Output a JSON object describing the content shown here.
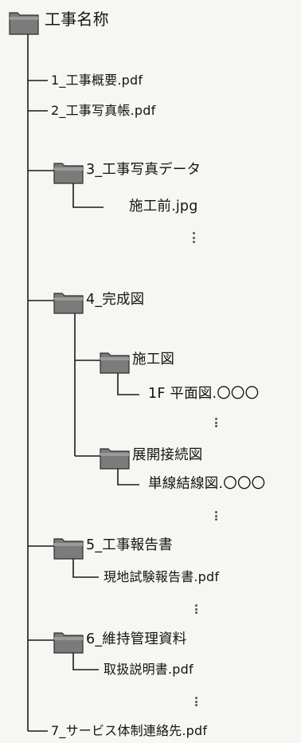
{
  "root": {
    "label": "工事名称",
    "icon": "folder-icon"
  },
  "items": {
    "doc1": {
      "label": "1_工事概要.pdf",
      "icon": "file-connector"
    },
    "doc2": {
      "label": "2_工事写真帳.pdf",
      "icon": "file-connector"
    },
    "folder3": {
      "label": "3_工事写真データ",
      "icon": "folder-icon"
    },
    "file3a": {
      "label": "施工前.jpg"
    },
    "folder4": {
      "label": "4_完成図",
      "icon": "folder-icon"
    },
    "folder4a": {
      "label": "施工図",
      "icon": "folder-icon"
    },
    "file4a": {
      "label": "1F 平面図.〇〇〇"
    },
    "folder4b": {
      "label": "展開接続図",
      "icon": "folder-icon"
    },
    "file4b": {
      "label": "単線結線図.〇〇〇"
    },
    "folder5": {
      "label": "5_工事報告書",
      "icon": "folder-icon"
    },
    "file5a": {
      "label": "現地試験報告書.pdf"
    },
    "folder6": {
      "label": "6_維持管理資料",
      "icon": "folder-icon"
    },
    "file6a": {
      "label": "取扱説明書.pdf"
    },
    "doc7": {
      "label": "7_サービス体制連絡先.pdf"
    }
  },
  "colors": {
    "line": "#1a1a1a",
    "folder_fill": "#7b7b7b",
    "folder_tab": "#9a9a9a",
    "folder_stroke": "#2e2e2e",
    "background": "#f6f6f2"
  }
}
